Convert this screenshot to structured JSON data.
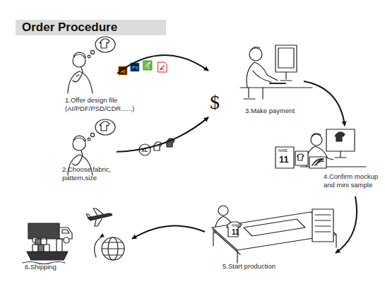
{
  "diagram": {
    "title": "Order Procedure",
    "nodes": [
      {
        "text": [
          "1.Offer design file (AI/PDF/PSD/CDR......)"
        ]
      },
      {
        "text": [
          "2.Choose fabric, pattern,size"
        ]
      },
      {
        "text": [
          "3.Make payment"
        ]
      },
      {
        "text": [
          "4.Confirm mockup and mini sample"
        ]
      },
      {
        "text": [
          "5.Start production"
        ]
      },
      {
        "text": [
          "6.Shipping"
        ]
      }
    ],
    "edges": [
      {
        "from": 0,
        "to": 2,
        "arrow": "to"
      },
      {
        "from": 1,
        "to": 2,
        "arrow": "to"
      },
      {
        "from": 2,
        "to": 3,
        "arrow": "to"
      },
      {
        "from": 3,
        "to": 4,
        "arrow": "to"
      },
      {
        "from": 4,
        "to": 5,
        "arrow": "to"
      }
    ],
    "labels": [
      "$",
      "Ai",
      "Ps",
      "XL",
      "NAME",
      "11",
      "NAME",
      "11"
    ]
  }
}
